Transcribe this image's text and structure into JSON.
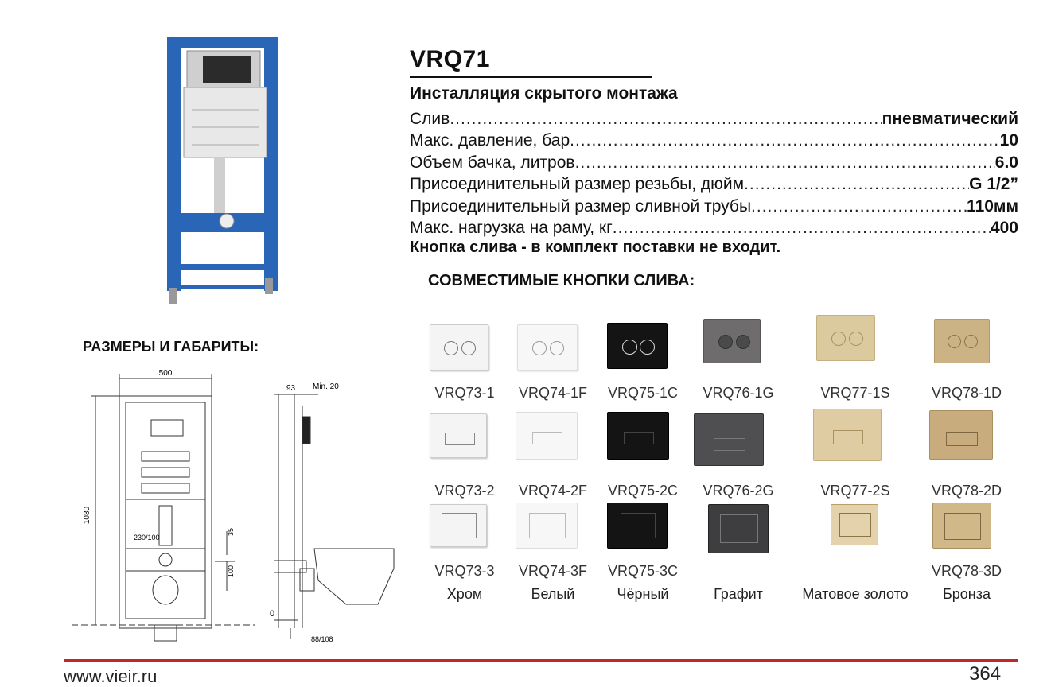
{
  "product": {
    "model": "VRQ71",
    "subtitle": "Инсталляция скрытого монтажа",
    "specs": [
      {
        "label": "Слив",
        "value": "пневматический"
      },
      {
        "label": "Макс. давление, бар",
        "value": "10"
      },
      {
        "label": "Объем бачка, литров",
        "value": "6.0"
      },
      {
        "label": "Присоединительный размер резьбы, дюйм",
        "value": "G 1/2”"
      },
      {
        "label": "Присоединительный размер сливной трубы",
        "value": "110мм"
      },
      {
        "label": "Макс. нагрузка на раму, кг",
        "value": "400"
      }
    ],
    "note": "Кнопка слива - в комплект поставки не входит."
  },
  "compatible": {
    "heading": "СОВМЕСТИМЫЕ КНОПКИ СЛИВА:",
    "rows": [
      [
        "VRQ73-1",
        "VRQ74-1F",
        "VRQ75-1C",
        "VRQ76-1G",
        "VRQ77-1S",
        "VRQ78-1D"
      ],
      [
        "VRQ73-2",
        "VRQ74-2F",
        "VRQ75-2C",
        "VRQ76-2G",
        "VRQ77-2S",
        "VRQ78-2D"
      ],
      [
        "VRQ73-3",
        "VRQ74-3F",
        "VRQ75-3C",
        "",
        "",
        "VRQ78-3D"
      ]
    ],
    "finishes": [
      "Хром",
      "Белый",
      "Чёрный",
      "Графит",
      "Матовое золото",
      "Бронза"
    ],
    "finish_colors": [
      "#f4f4f4",
      "#f7f7f7",
      "#141414",
      "#5e5e60",
      "#d9c79d",
      "#c8ac7e"
    ]
  },
  "dimensions": {
    "heading": "РАЗМЕРЫ И ГАБАРИТЫ:",
    "labels": {
      "width": "500",
      "height": "1080",
      "pipe": "230/100",
      "d35": "35",
      "d100": "100",
      "side_93": "93",
      "side_min": "Min. 20",
      "side_zero": "0",
      "side_bottom": "88/108"
    }
  },
  "footer": {
    "url": "www.vieir.ru",
    "page": "364"
  }
}
